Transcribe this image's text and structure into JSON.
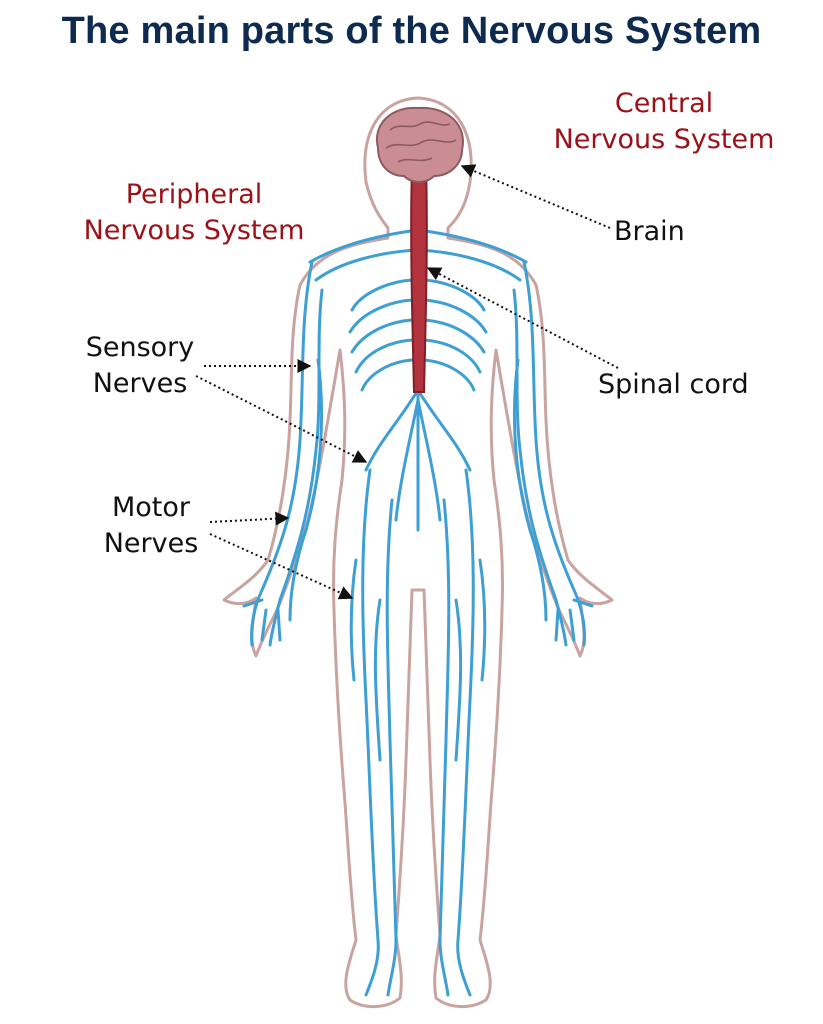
{
  "title": "The main parts of the Nervous System",
  "labels": {
    "cns_line1": "Central",
    "cns_line2": "Nervous System",
    "pns_line1": "Peripheral",
    "pns_line2": "Nervous System",
    "brain": "Brain",
    "spinal_cord": "Spinal cord",
    "sensory_line1": "Sensory",
    "sensory_line2": "Nerves",
    "motor_line1": "Motor",
    "motor_line2": "Nerves"
  },
  "colors": {
    "title": "#0e2a4f",
    "system_label": "#9b1117",
    "part_label": "#111111",
    "nerve": "#3d9fd3",
    "body_outline": "#c9a3a0",
    "brain": "#c98d93",
    "spinal_cord": "#b2323e"
  }
}
